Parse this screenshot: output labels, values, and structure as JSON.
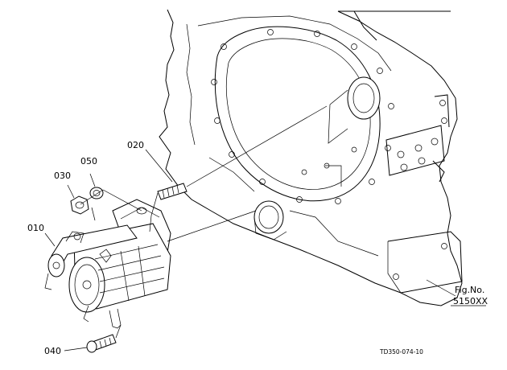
{
  "callouts": [
    {
      "id": "010",
      "label": "010"
    },
    {
      "id": "020",
      "label": "020"
    },
    {
      "id": "030",
      "label": "030"
    },
    {
      "id": "040",
      "label": "040"
    },
    {
      "id": "050",
      "label": "050"
    }
  ],
  "figure": {
    "fig_label": "Fig.No.",
    "fig_number": "5150XX"
  },
  "drawing_code": "TD350-074-10"
}
